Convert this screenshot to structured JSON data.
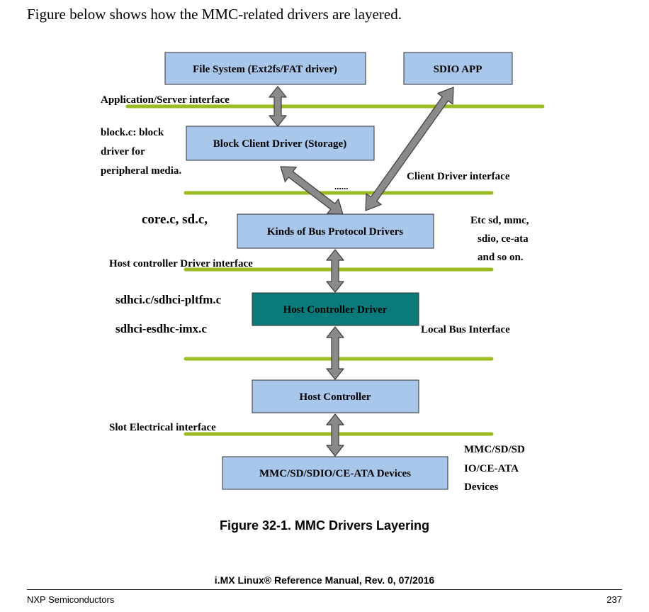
{
  "intro_text": "Figure below shows how the MMC-related drivers are layered.",
  "colors": {
    "box_fill": "#a9c7ea",
    "box_stroke": "#333333",
    "host_driver_fill": "#0b7a7a",
    "interface_line": "#9bbb23",
    "arrow_fill": "#8a8a8a"
  },
  "diagram": {
    "boxes": {
      "file_system": "File System (Ext2fs/FAT driver)",
      "sdio_app": "SDIO APP",
      "block_client": "Block Client Driver (Storage)",
      "bus_protocol": "Kinds of Bus Protocol Drivers",
      "host_controller_driver": "Host Controller Driver",
      "host_controller": "Host Controller",
      "devices": "MMC/SD/SDIO/CE-ATA Devices"
    },
    "labels": {
      "app_server_interface": "Application/Server interface",
      "block_note": [
        "block.c: block",
        "driver for",
        "peripheral media."
      ],
      "client_driver_interface": "Client Driver interface",
      "ellipsis": "......",
      "core_files": "core.c, sd.c,",
      "etc_note": [
        "Etc sd, mmc,",
        "sdio, ce-ata",
        "and so on."
      ],
      "host_controller_interface": "Host controller Driver interface",
      "sdhci_file_1": "sdhci.c/sdhci-pltfm.c",
      "sdhci_file_2": "sdhci-esdhc-imx.c",
      "local_bus_interface": "Local Bus Interface",
      "slot_interface": "Slot Electrical interface",
      "devices_note": [
        "MMC/SD/SD",
        "IO/CE-ATA",
        "Devices"
      ]
    }
  },
  "caption": "Figure 32-1. MMC Drivers Layering",
  "footer": {
    "manual": "i.MX Linux® Reference Manual, Rev. 0, 07/2016",
    "company": "NXP Semiconductors",
    "page": "237"
  }
}
